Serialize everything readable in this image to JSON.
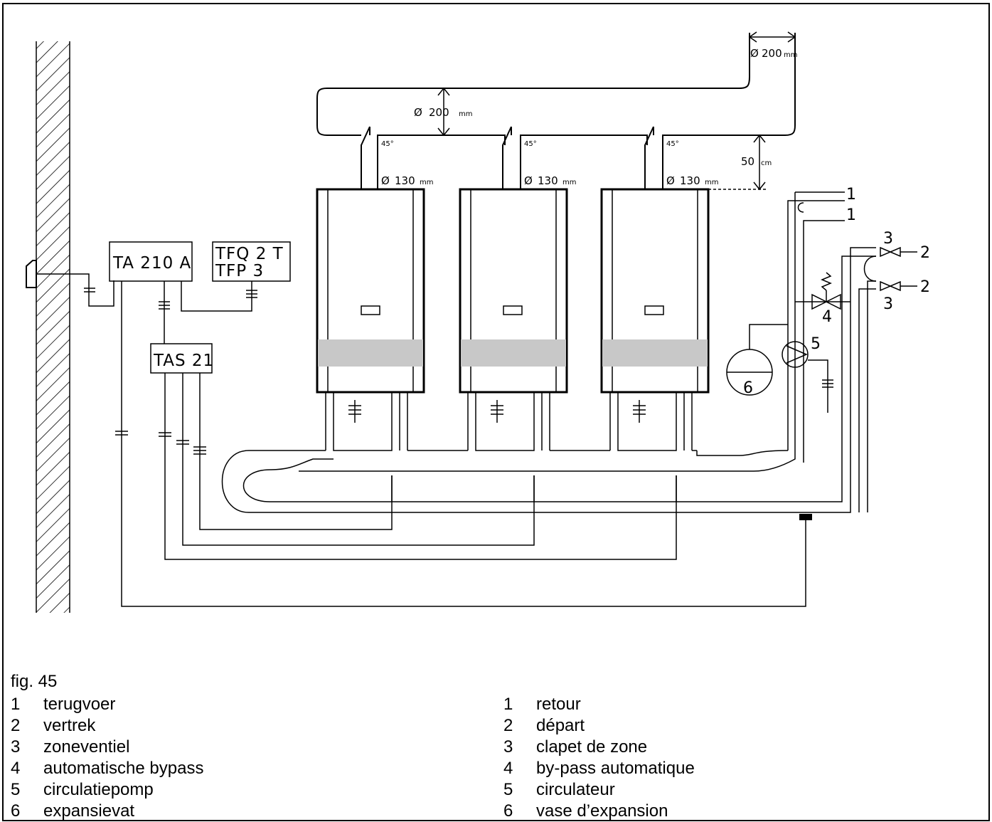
{
  "figure": {
    "caption": "fig. 45",
    "controls": {
      "ta": "TA 210 A",
      "tfq_line1": "TFQ 2 T",
      "tfp_line2": "TFP 3",
      "tas": "TAS 21"
    },
    "dimensions": {
      "main_flue": "200",
      "main_flue_unit": "mm",
      "top_flue": "200",
      "top_flue_unit": "mm",
      "boiler_flue": "130",
      "boiler_flue_unit": "mm",
      "angle": "45°",
      "height": "50",
      "height_unit": "cm"
    },
    "markers": {
      "return": "1",
      "flow": "2",
      "zone_valve": "3",
      "bypass": "4",
      "pump": "5",
      "expansion_vessel": "6"
    }
  },
  "legend_nl": [
    {
      "n": "1",
      "label": "terugvoer"
    },
    {
      "n": "2",
      "label": "vertrek"
    },
    {
      "n": "3",
      "label": "zoneventiel"
    },
    {
      "n": "4",
      "label": "automatische bypass"
    },
    {
      "n": "5",
      "label": "circulatiepomp"
    },
    {
      "n": "6",
      "label": "expansievat"
    }
  ],
  "legend_fr": [
    {
      "n": "1",
      "label": "retour"
    },
    {
      "n": "2",
      "label": "départ"
    },
    {
      "n": "3",
      "label": "clapet de zone"
    },
    {
      "n": "4",
      "label": "by-pass automatique"
    },
    {
      "n": "5",
      "label": "circulateur"
    },
    {
      "n": "6",
      "label": "vase d’expansion"
    }
  ]
}
